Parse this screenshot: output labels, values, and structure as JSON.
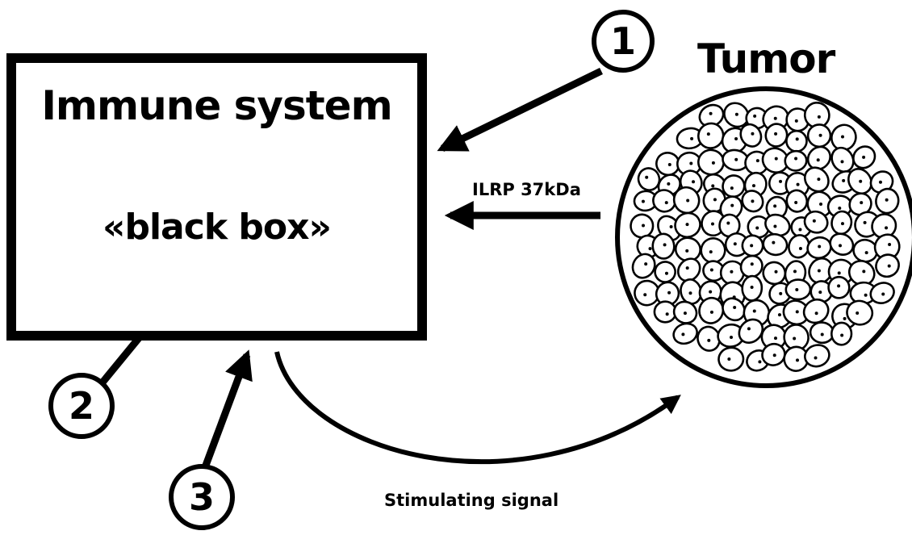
{
  "immune_box": {
    "title": "Immune system",
    "subtitle": "«black box»"
  },
  "tumor": {
    "title": "Tumor"
  },
  "markers": {
    "one": "1",
    "two": "2",
    "three": "3"
  },
  "arrows": {
    "ilrp_label": "ILRP 37kDa",
    "stimulating_label": "Stimulating signal"
  },
  "colors": {
    "stroke": "#000000",
    "background": "#ffffff"
  }
}
